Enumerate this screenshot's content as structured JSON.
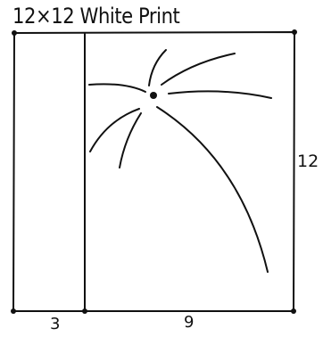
{
  "diagram": {
    "title": "12×12 White Print",
    "dimensions": {
      "height_label": "12",
      "left_width_label": "3",
      "right_width_label": "9"
    },
    "stroke_color": "#111111",
    "background": "#ffffff"
  }
}
